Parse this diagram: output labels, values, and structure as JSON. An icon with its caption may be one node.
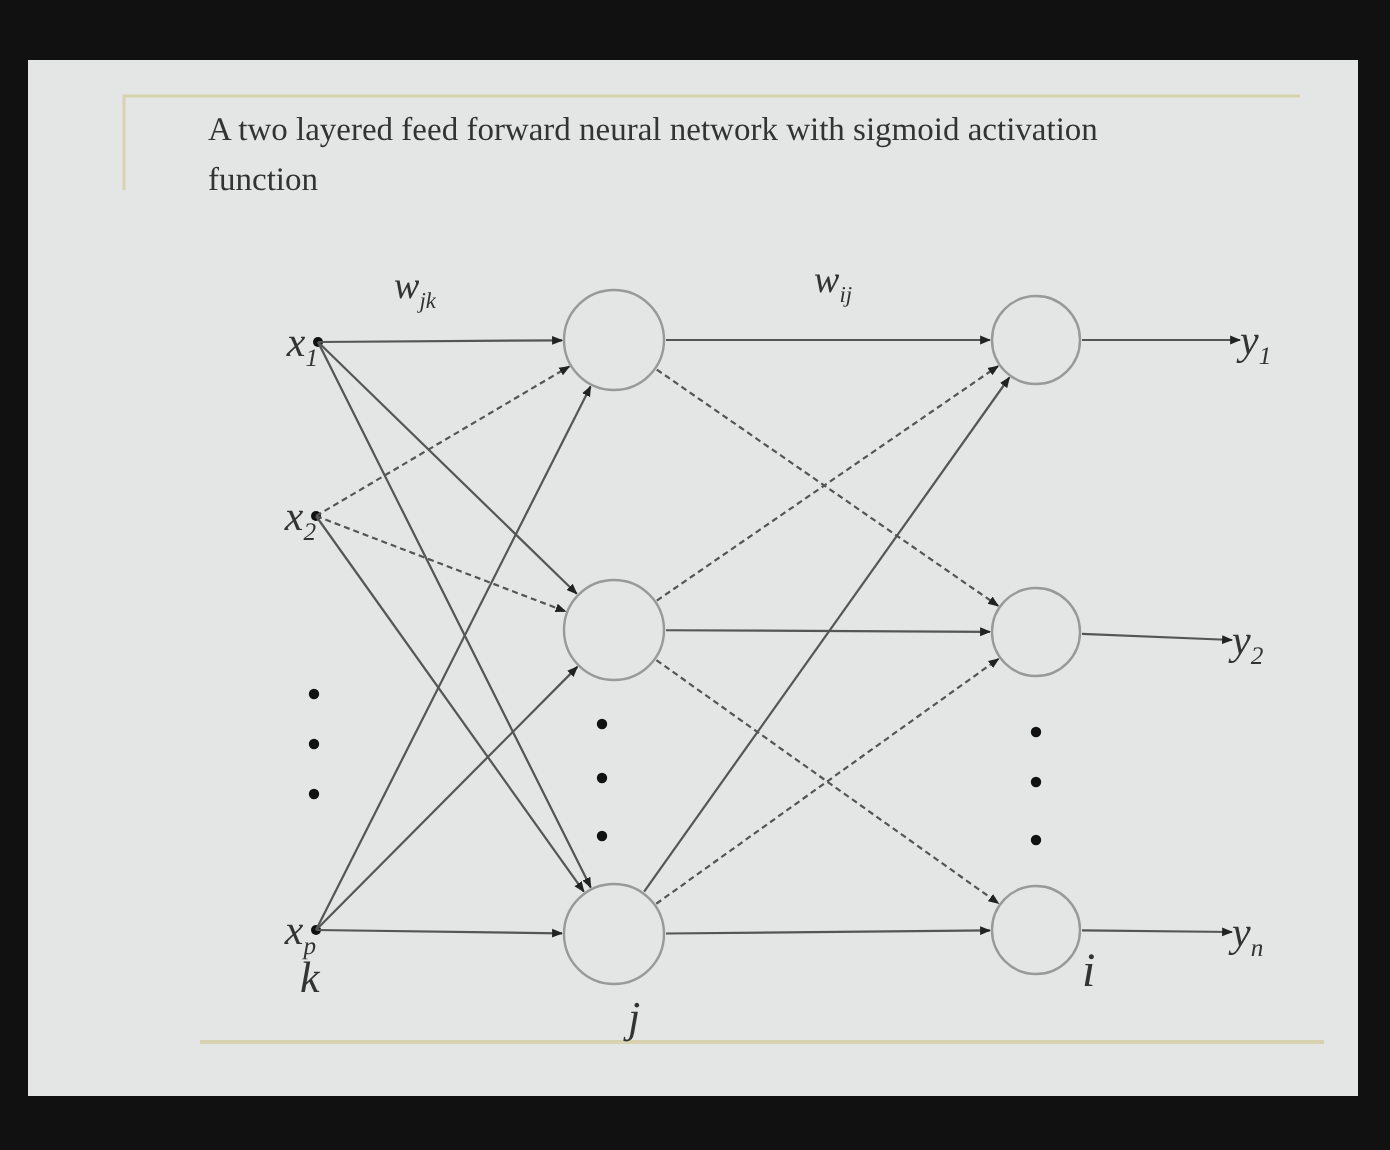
{
  "diagram": {
    "title": "A two layered feed forward neural network with sigmoid activation function",
    "nodes": [
      {
        "text": [
          "x$_{1}$"
        ]
      },
      {
        "text": [
          "x$_{2}$"
        ]
      },
      {
        "text": [
          "x$_{p}$"
        ]
      },
      {
        "text": [],
        "shape": "circle"
      },
      {
        "text": [],
        "shape": "circle"
      },
      {
        "text": [],
        "shape": "circle"
      },
      {
        "text": [],
        "shape": "circle"
      },
      {
        "text": [],
        "shape": "circle"
      },
      {
        "text": [],
        "shape": "circle"
      },
      {
        "text": [
          "y$_{1}$"
        ]
      },
      {
        "text": [
          "y$_{2}$"
        ]
      },
      {
        "text": [
          "y$_{n}$"
        ]
      }
    ],
    "edges": [
      {
        "from": 0,
        "to": 3,
        "arrow": "to"
      },
      {
        "from": 0,
        "to": 4,
        "arrow": "to"
      },
      {
        "from": 0,
        "to": 5,
        "arrow": "to"
      },
      {
        "from": 1,
        "to": 3,
        "arrow": "to",
        "style": "dashed"
      },
      {
        "from": 1,
        "to": 4,
        "arrow": "to",
        "style": "dashed"
      },
      {
        "from": 1,
        "to": 5,
        "arrow": "to"
      },
      {
        "from": 2,
        "to": 3,
        "arrow": "to"
      },
      {
        "from": 2,
        "to": 4,
        "arrow": "to"
      },
      {
        "from": 2,
        "to": 5,
        "arrow": "to"
      },
      {
        "from": 3,
        "to": 6,
        "arrow": "to"
      },
      {
        "from": 3,
        "to": 7,
        "arrow": "to",
        "style": "dashed"
      },
      {
        "from": 4,
        "to": 6,
        "arrow": "to",
        "style": "dashed"
      },
      {
        "from": 4,
        "to": 7,
        "arrow": "to"
      },
      {
        "from": 4,
        "to": 8,
        "arrow": "to",
        "style": "dashed"
      },
      {
        "from": 5,
        "to": 6,
        "arrow": "to"
      },
      {
        "from": 5,
        "to": 7,
        "arrow": "to",
        "style": "dashed"
      },
      {
        "from": 5,
        "to": 8,
        "arrow": "to"
      },
      {
        "from": 6,
        "to": 9,
        "arrow": "to"
      },
      {
        "from": 7,
        "to": 10,
        "arrow": "to"
      },
      {
        "from": 8,
        "to": 11,
        "arrow": "to"
      }
    ],
    "labels": [
      "w$_{jk}$",
      "w$_{ij}$",
      "k",
      "j",
      "i"
    ]
  }
}
